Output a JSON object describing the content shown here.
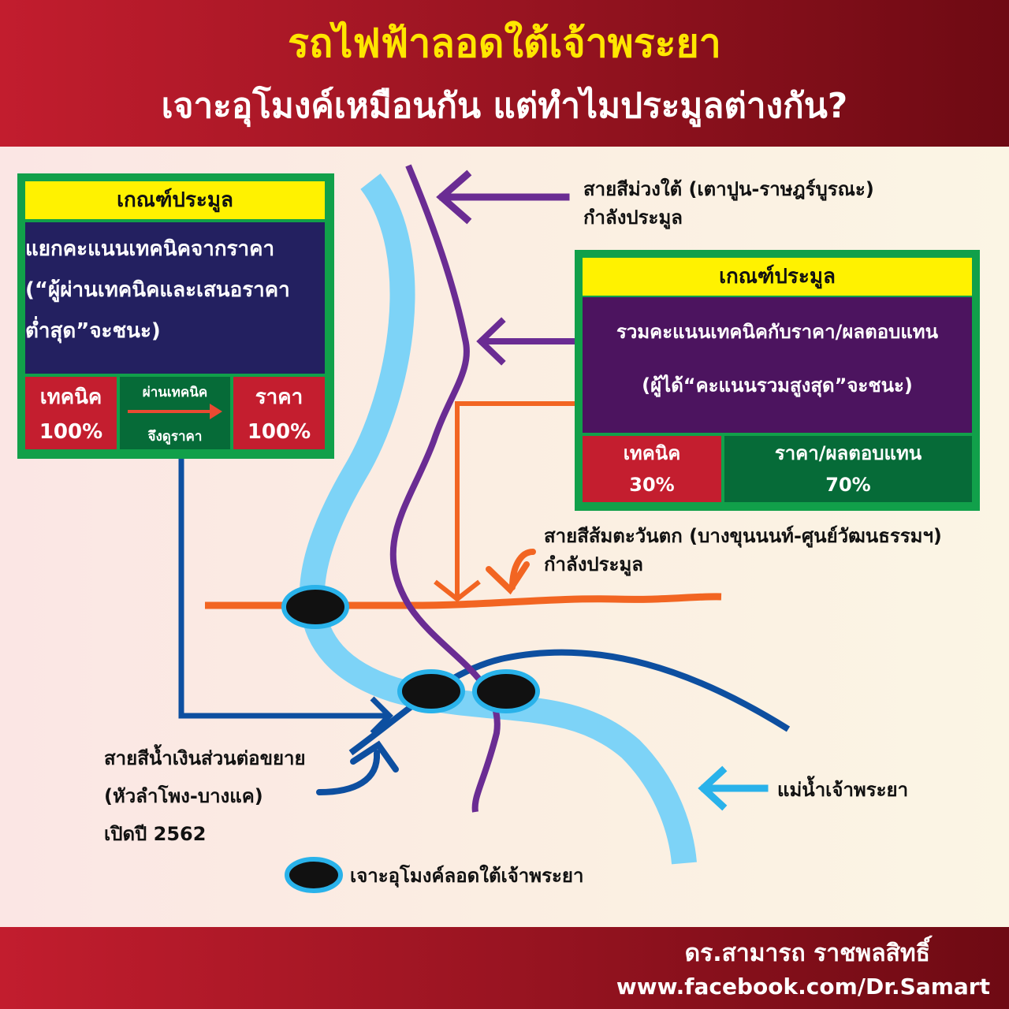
{
  "header": {
    "title_line1": "รถไฟฟ้าลอดใต้เจ้าพระยา",
    "title_line2": "เจาะอุโมงค์เหมือนกัน แต่ทำไมประมูลต่างกัน?"
  },
  "left_box": {
    "heading": "เกณฑ์ประมูล",
    "desc_line1": "แยกคะแนนเทคนิคจากราคา",
    "desc_line2": "(“ผู้ผ่านเทคนิคและเสนอราคา",
    "desc_line3": "ต่ำสุด”จะชนะ)",
    "tech_label": "เทคนิค",
    "tech_value": "100%",
    "middle_top": "ผ่านเทคนิค",
    "middle_bottom": "จึงดูราคา",
    "price_label": "ราคา",
    "price_value": "100%"
  },
  "right_box": {
    "heading": "เกณฑ์ประมูล",
    "desc_line1": "รวมคะแนนเทคนิคกับราคา/ผลตอบแทน",
    "desc_line2": "(ผู้ได้“คะแนนรวมสูงสุด”จะชนะ)",
    "tech_label": "เทคนิค",
    "tech_value": "30%",
    "price_label": "ราคา/ผลตอบแทน",
    "price_value": "70%"
  },
  "labels": {
    "purple_line_1": "สายสีม่วงใต้ (เตาปูน-ราษฎร์บูรณะ)",
    "purple_line_2": "กำลังประมูล",
    "orange_line_1": "สายสีส้มตะวันตก (บางขุนนนท์-ศูนย์วัฒนธรรมฯ)",
    "orange_line_2": "กำลังประมูล",
    "blue_line_1": "สายสีน้ำเงินส่วนต่อขยาย",
    "blue_line_2": "(หัวลำโพง-บางแค)",
    "blue_line_3": "เปิดปี 2562",
    "river": "แม่น้ำเจ้าพระยา",
    "legend_tunnel": "เจาะอุโมงค์ลอดใต้เจ้าพระยา"
  },
  "footer": {
    "author": "ดร.สามารถ ราชพลสิทธิ์",
    "facebook": "www.facebook.com/Dr.Samart"
  },
  "colors": {
    "river": "#7dd3f7",
    "purple_line": "#6a2c93",
    "orange_line": "#f26522",
    "blue_line": "#0d4fa0",
    "frame_green": "#11a04a",
    "header_yellow": "#fff200",
    "title_yellow": "#ffe600",
    "header_red": "#c21d2e"
  }
}
